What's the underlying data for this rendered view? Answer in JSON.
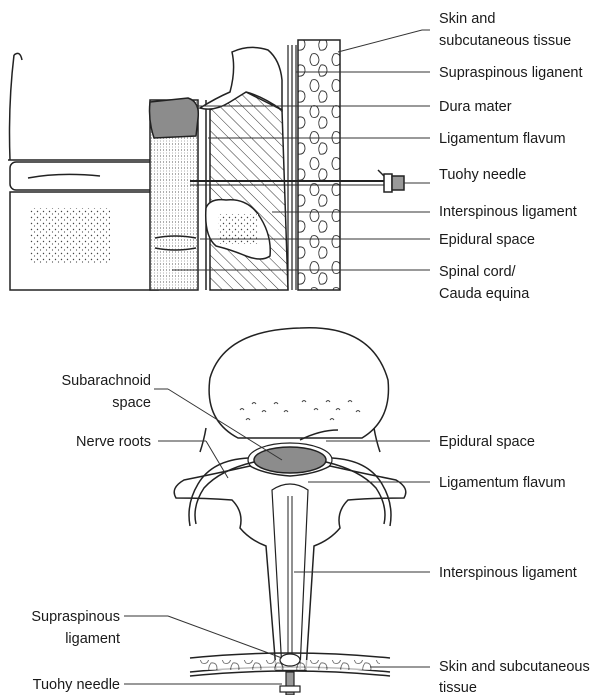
{
  "top_diagram": {
    "labels": [
      {
        "id": "skin",
        "lines": [
          "Skin and",
          "subcutaneous tissue"
        ]
      },
      {
        "id": "supraspinous",
        "lines": [
          "Supraspinous liganent"
        ]
      },
      {
        "id": "dura",
        "lines": [
          "Dura mater"
        ]
      },
      {
        "id": "flavum",
        "lines": [
          "Ligamentum flavum"
        ]
      },
      {
        "id": "needle",
        "lines": [
          "Tuohy needle"
        ]
      },
      {
        "id": "interspinous",
        "lines": [
          "Interspinous ligament"
        ]
      },
      {
        "id": "epidural",
        "lines": [
          "Epidural space"
        ]
      },
      {
        "id": "cord",
        "lines": [
          "Spinal cord/",
          "Cauda equina"
        ]
      }
    ]
  },
  "bottom_diagram": {
    "labels": [
      {
        "id": "subarachnoid",
        "lines": [
          "Subarachnoid",
          "space"
        ]
      },
      {
        "id": "nerve_roots",
        "lines": [
          "Nerve roots"
        ]
      },
      {
        "id": "epidural",
        "lines": [
          "Epidural space"
        ]
      },
      {
        "id": "flavum",
        "lines": [
          "Ligamentum flavum"
        ]
      },
      {
        "id": "interspinous",
        "lines": [
          "Interspinous ligament"
        ]
      },
      {
        "id": "supraspinous",
        "lines": [
          "Supraspinous",
          "ligament"
        ]
      },
      {
        "id": "skin",
        "lines": [
          "Skin and subcutaneous",
          "tissue"
        ]
      },
      {
        "id": "needle",
        "lines": [
          "Tuohy needle"
        ]
      }
    ]
  }
}
